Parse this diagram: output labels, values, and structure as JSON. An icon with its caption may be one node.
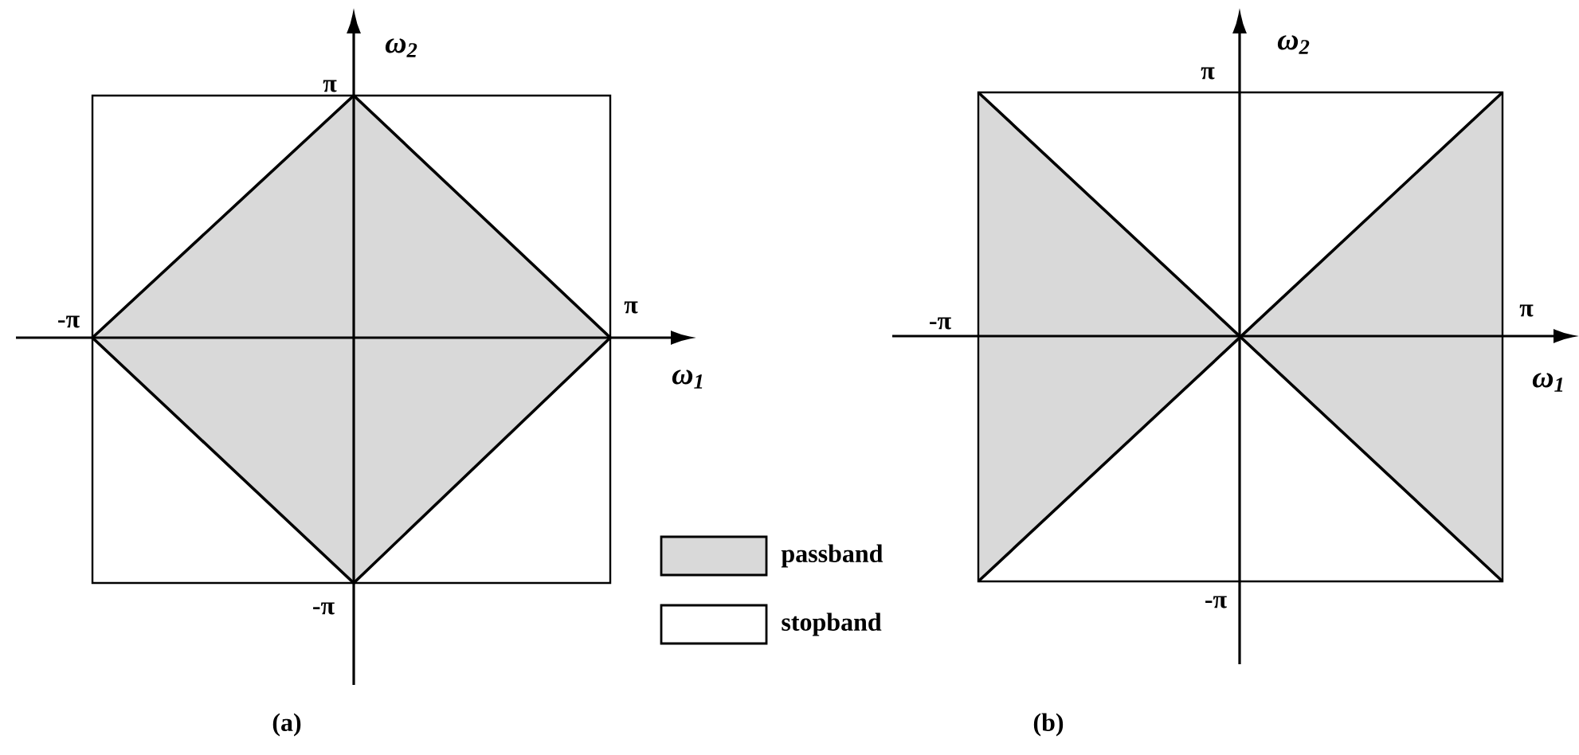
{
  "diagram": {
    "labels": [
      "ω$_{2}$",
      "π",
      "-π",
      "π",
      "ω$_{1}$",
      "-π",
      "(a)",
      "ω$_{2}$",
      "π",
      "-π",
      "π",
      "ω$_{1}$",
      "-π",
      "(b)"
    ],
    "legend": [
      {
        "text": "passband",
        "color": "#d9d9d9"
      },
      {
        "text": "stopband"
      }
    ]
  }
}
